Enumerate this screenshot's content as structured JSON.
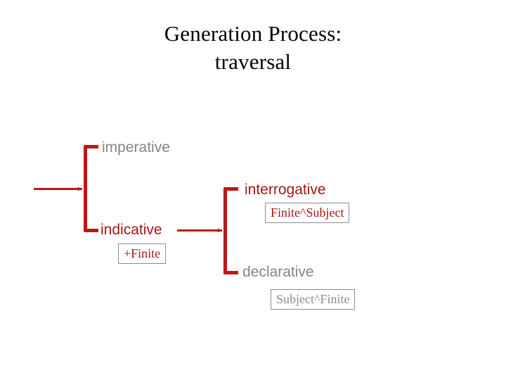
{
  "slide": {
    "title_lines": [
      "Generation Process:",
      "traversal"
    ],
    "background": "#ffffff"
  },
  "colors": {
    "active": "#a31818",
    "inactive": "#848484",
    "connector": "#c01616",
    "box_border": "#8c8c8c",
    "title": "#000000"
  },
  "diagram": {
    "type": "system-network-traversal",
    "systems": [
      {
        "name": "mood-system",
        "entry_arrow": true,
        "options": [
          {
            "label": "imperative",
            "state": "inactive"
          },
          {
            "label": "indicative",
            "state": "active",
            "feature": "+Finite"
          }
        ]
      },
      {
        "name": "mood-type-system",
        "entry_arrow": true,
        "options": [
          {
            "label": "interrogative",
            "state": "active",
            "feature": "Finite^Subject"
          },
          {
            "label": "declarative",
            "state": "inactive",
            "feature": "Subject^Finite"
          }
        ]
      }
    ],
    "labels": {
      "imperative": "imperative",
      "indicative": "indicative",
      "interrogative": "interrogative",
      "declarative": "declarative"
    },
    "features": {
      "finite": "+Finite",
      "finite_subject": "Finite^Subject",
      "subject_finite": "Subject^Finite"
    }
  }
}
